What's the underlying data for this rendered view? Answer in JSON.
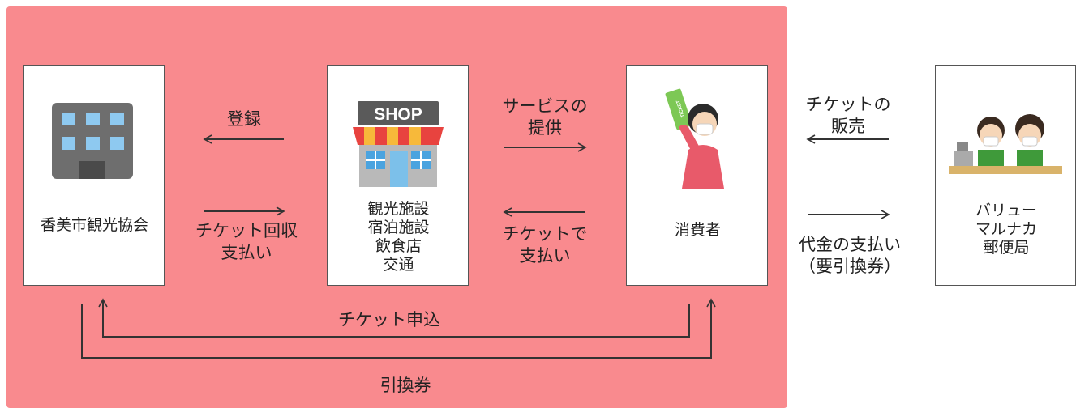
{
  "colors": {
    "region": "#f98a8e",
    "line": "#333333",
    "box_border": "#555555"
  },
  "nodes": {
    "association": {
      "label": "香美市観光協会",
      "icon": "office-building-icon"
    },
    "shops": {
      "label": "観光施設\n宿泊施設\n飲食店\n交通",
      "icon": "shop-icon",
      "sign": "SHOP"
    },
    "consumer": {
      "label": "消費者",
      "icon": "person-holding-ticket-icon",
      "ticket": "TICKET"
    },
    "seller": {
      "label": "バリュー\nマルナカ\n郵便局",
      "icon": "shop-staff-icon"
    }
  },
  "edges": {
    "register": "登録",
    "ticket_collect_pay": "チケット回収\n支払い",
    "service": "サービスの\n提供",
    "ticket_pay": "チケットで\n支払い",
    "ticket_sale": "チケットの\n販売",
    "payment": "代金の支払い\n（要引換券）",
    "apply": "チケット申込",
    "voucher": "引換券"
  }
}
